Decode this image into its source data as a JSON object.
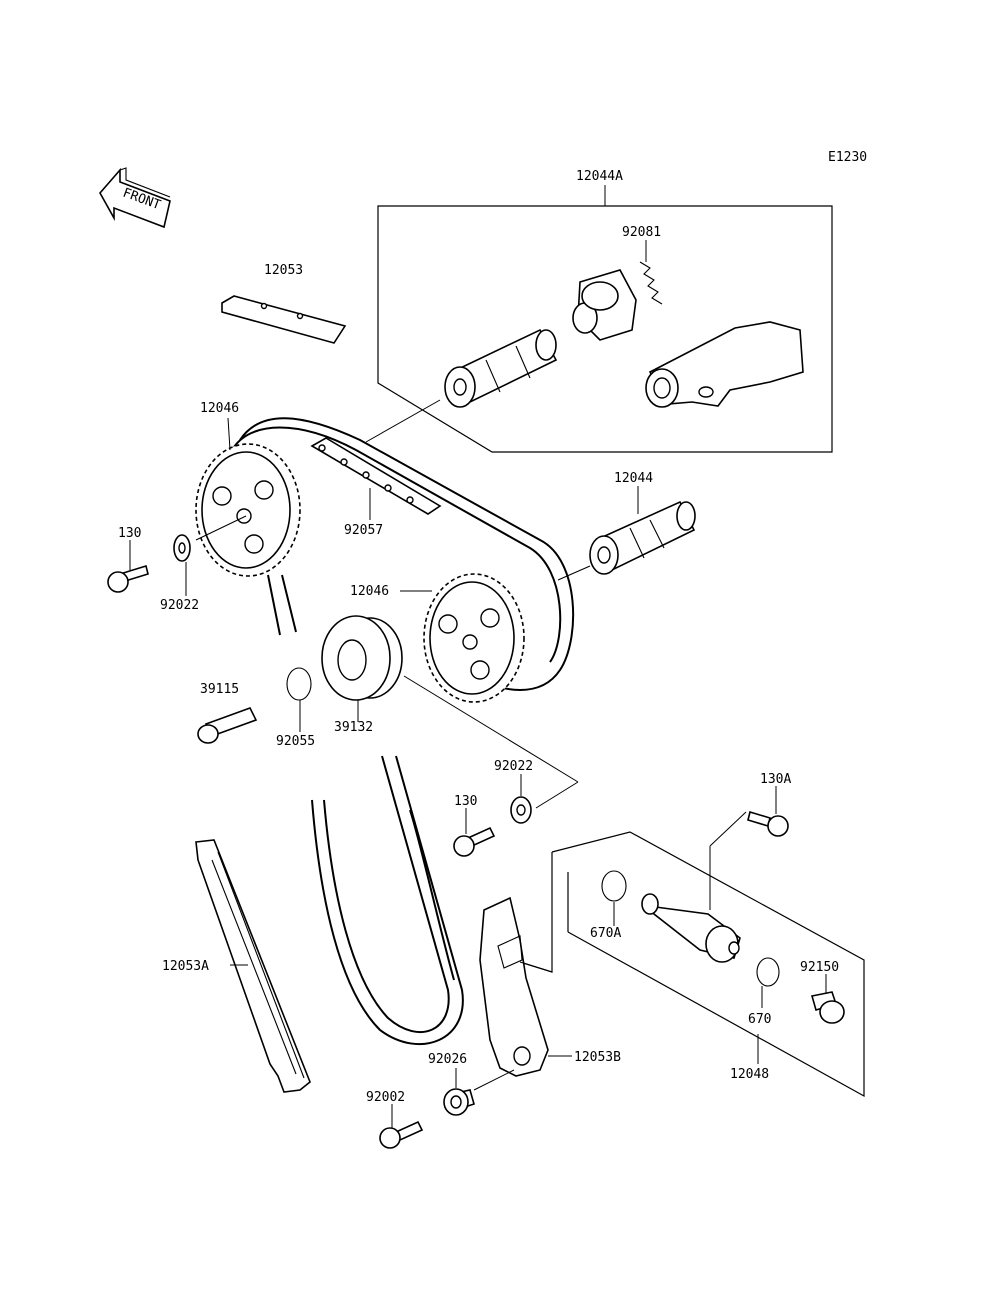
{
  "diagram_code": "E1230",
  "front_marker": {
    "text": "FRONT",
    "icon": "front-arrow-icon"
  },
  "labels": {
    "p12044A": "12044A",
    "p92081": "92081",
    "p12053": "12053",
    "p12046_top": "12046",
    "p92057": "92057",
    "p12044": "12044",
    "p130_left": "130",
    "p92022_left": "92022",
    "p12046_mid": "12046",
    "p39115": "39115",
    "p92055": "92055",
    "p39132": "39132",
    "p92022_mid": "92022",
    "p130_mid": "130",
    "p130A": "130A",
    "p670A": "670A",
    "p92150": "92150",
    "p12053A": "12053A",
    "p670": "670",
    "p12048": "12048",
    "p92026": "92026",
    "p12053B": "12053B",
    "p92002": "92002"
  }
}
